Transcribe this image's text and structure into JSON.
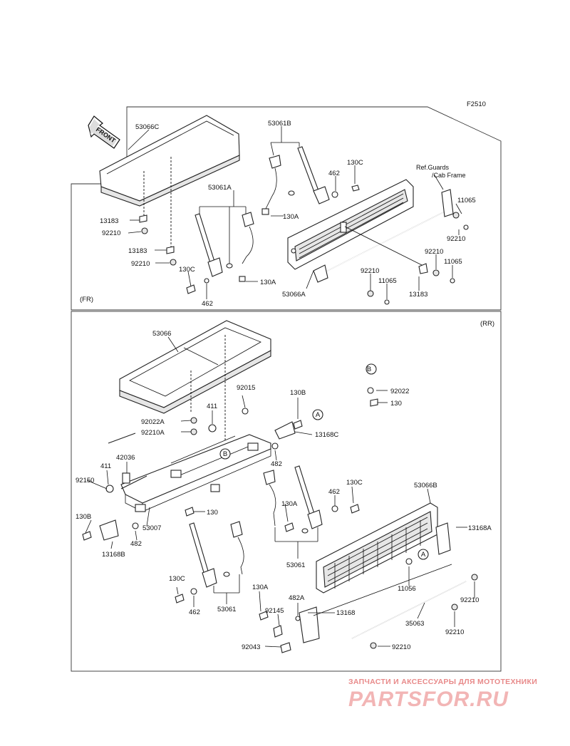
{
  "diagram_code": "F2510",
  "sections": {
    "front": "(FR)",
    "rear": "(RR)"
  },
  "front_arrow": "FRONT",
  "ref_note": [
    "Ref.Guards",
    "/Cab Frame"
  ],
  "labels": {
    "p53066C": "53066C",
    "p53061B": "53061B",
    "p130C_a": "130C",
    "p462_a": "462",
    "p11065_a": "11065",
    "p53061A": "53061A",
    "p13183_a": "13183",
    "p92210_a": "92210",
    "p130A_a": "130A",
    "p92210_b": "92210",
    "p13183_b": "13183",
    "p92210_c": "92210",
    "p130C_b": "130C",
    "p130A_b": "130A",
    "p92210_d": "92210",
    "p11065_b": "11065",
    "p92210_e": "92210",
    "p11065_c": "11065",
    "p462_b": "462",
    "p53066A": "53066A",
    "p13183_c": "13183",
    "p53066": "53066",
    "pB1": "B",
    "p92022": "92022",
    "p130_a": "130",
    "p92015": "92015",
    "p130B_a": "130B",
    "pA1": "A",
    "p411_a": "411",
    "p92022A": "92022A",
    "p92210A": "92210A",
    "p13168C": "13168C",
    "pB2": "B",
    "p482_a": "482",
    "p42036": "42036",
    "p411_b": "411",
    "p92150": "92150",
    "p130C_c": "130C",
    "p462_c": "462",
    "p53066B": "53066B",
    "p130A_c": "130A",
    "p130_b": "130",
    "p130B_b": "130B",
    "p53007": "53007",
    "p13168A": "13168A",
    "p482_b": "482",
    "p13168B": "13168B",
    "p53061": "53061",
    "pA2": "A",
    "p11056": "11056",
    "p130C_d": "130C",
    "p130A_d": "130A",
    "p92210_f": "92210",
    "p482A": "482A",
    "p462_d": "462",
    "p53061_b": "53061",
    "p92145": "92145",
    "p13168": "13168",
    "p35063": "35063",
    "p92210_g": "92210",
    "p92043": "92043",
    "p92210_h": "92210"
  },
  "watermark": {
    "tagline": "ЗАПЧАСТИ И АКСЕССУАРЫ ДЛЯ МОТОТЕХНИКИ",
    "logo": "PARTSFOR.RU"
  }
}
